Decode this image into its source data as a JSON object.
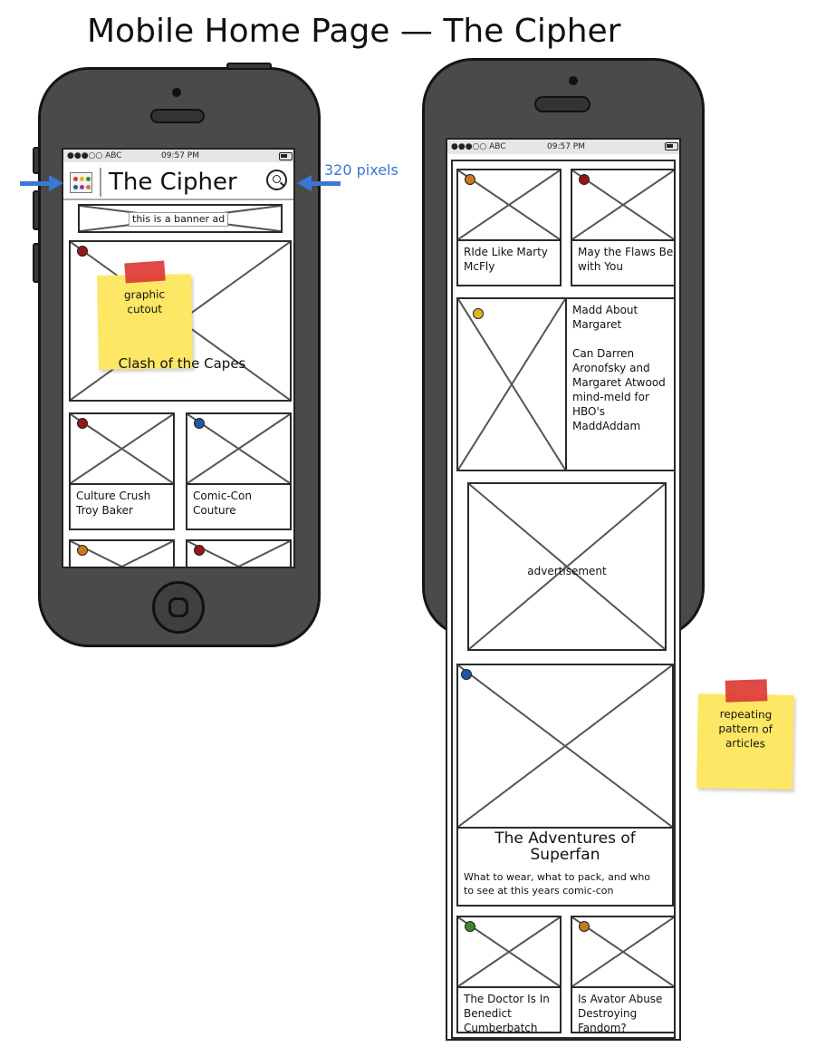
{
  "page_title": "Mobile Home Page — The Cipher",
  "annotations": {
    "width_label": "320 pixels"
  },
  "status_bar": {
    "carrier": "●●●○○ ABC",
    "time": "09:57 PM"
  },
  "left_phone": {
    "header": {
      "title": "The Cipher",
      "menu_icon": "grid-menu-icon",
      "search_icon": "search-icon"
    },
    "banner": {
      "label": "this is a banner ad"
    },
    "hero": {
      "caption": "Clash of the Capes",
      "sticky_note": "graphic\ncutout"
    },
    "cards": [
      {
        "label": "Culture Crush\nTroy Baker",
        "pin_color": "#9b1515"
      },
      {
        "label": "Comic-Con\nCouture",
        "pin_color": "#1f5aa0"
      }
    ]
  },
  "right_phone": {
    "top_cards": [
      {
        "label": "RIde Like Marty\nMcFly",
        "pin_color": "#c87a1e"
      },
      {
        "label": "May the Flaws Be\nwith You",
        "pin_color": "#9b1515"
      }
    ],
    "feature": {
      "headline": "Madd About\nMargaret",
      "body": "Can Darren\nAronofsky and\nMargaret Atwood\nmind-meld for\nHBO's\nMaddAddam",
      "pin_color": "#e0b51e"
    },
    "advertisement": {
      "label": "advertisement"
    },
    "big_article": {
      "title": "The Adventures of\nSuperfan",
      "subtitle": "What to wear, what to pack, and who\nto see at this years comic-con",
      "pin_color": "#1f5aa0"
    },
    "bottom_cards": [
      {
        "label": "The Doctor Is In\nBenedict\nCumberbatch",
        "pin_color": "#3a8a2a"
      },
      {
        "label": "Is Avator Abuse\nDestroying\nFandom?",
        "pin_color": "#c87a1e"
      }
    ]
  },
  "sticky_note_right": {
    "text": "repeating\npattern of\narticles"
  }
}
